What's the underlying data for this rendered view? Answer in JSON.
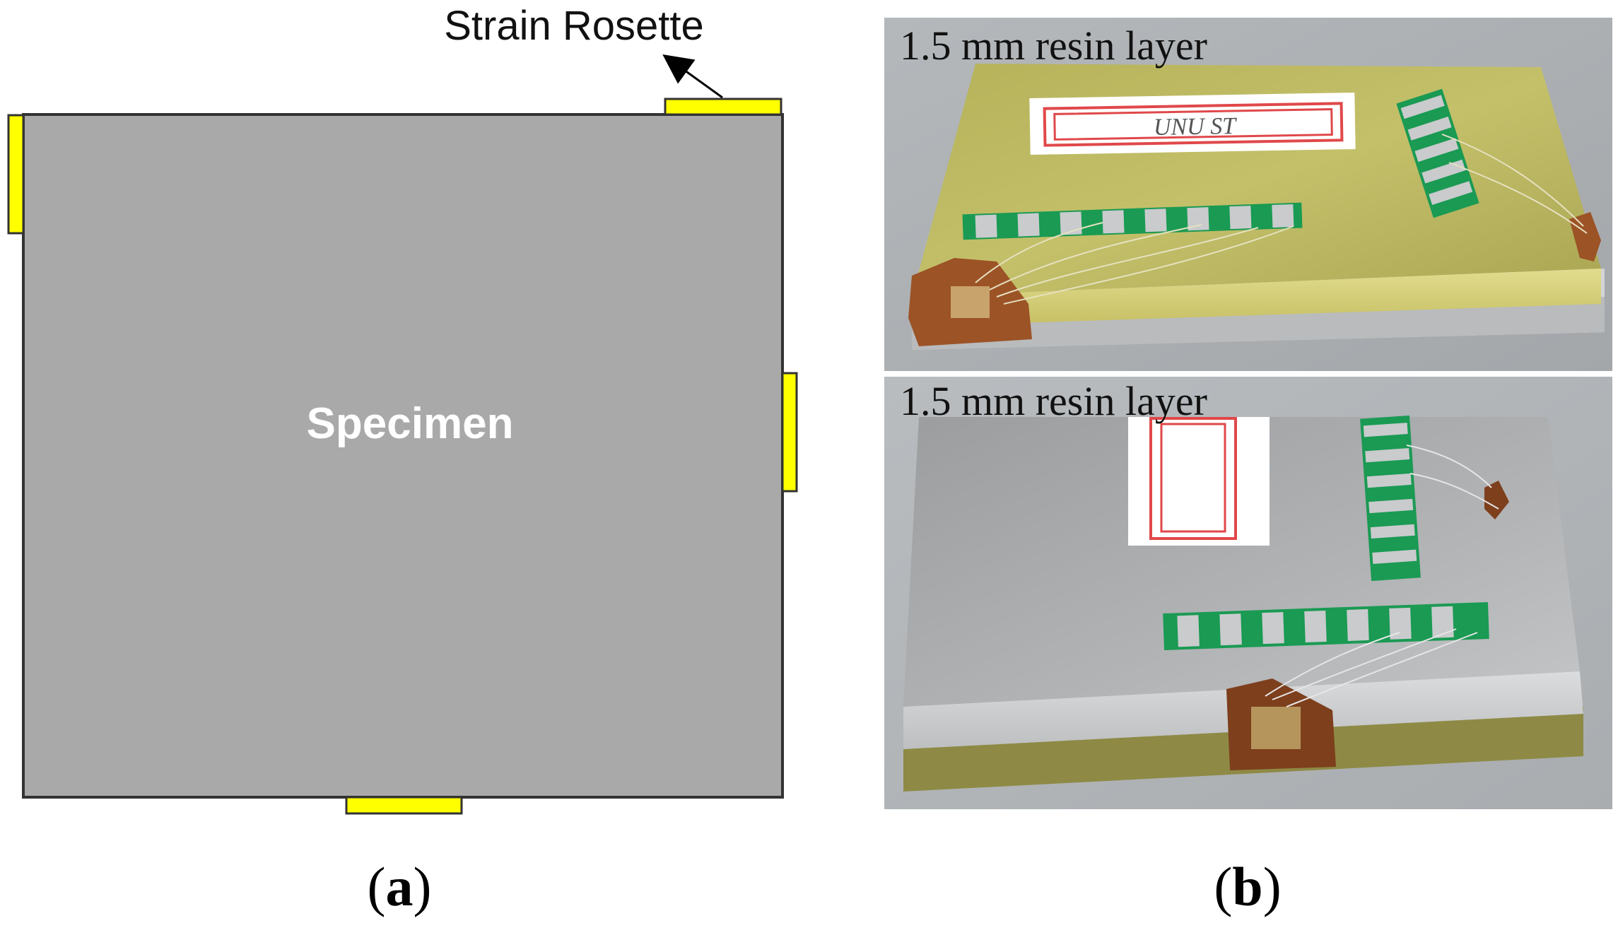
{
  "panel_a": {
    "specimen_label": "Specimen",
    "callout_label": "Strain Rosette",
    "colors": {
      "specimen": "#a9a9a9",
      "rosette": "#ffff00",
      "outline": "#333333"
    }
  },
  "panel_b": {
    "top_photo_label": "1.5 mm resin layer",
    "bottom_photo_label": "1.5 mm resin layer",
    "top_sticker_text": "UNU ST"
  },
  "captions": {
    "a": "a",
    "b": "b"
  }
}
